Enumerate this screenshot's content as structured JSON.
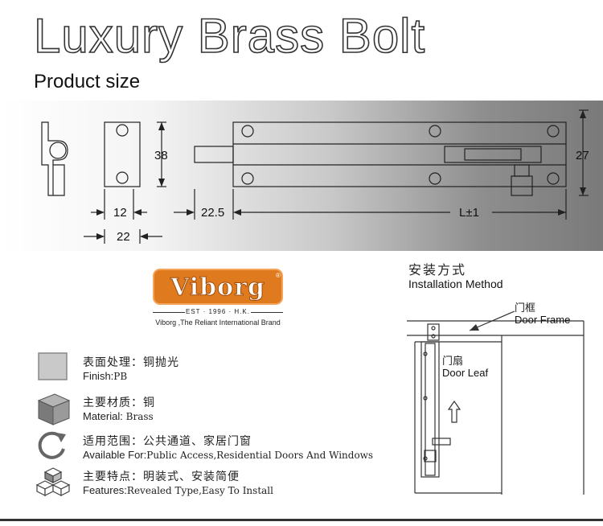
{
  "header": {
    "title": "Luxury Brass Bolt",
    "subtitle": "Product size"
  },
  "dimensions": {
    "height_label": "38",
    "right_height_label": "27",
    "width_small": "12",
    "width_large": "22",
    "offset": "22.5",
    "length": "L±1"
  },
  "logo": {
    "brand": "Viborg",
    "registered": "®",
    "established": "EST · 1996 · H.K.",
    "tagline": "Viborg ,The Reliant International Brand"
  },
  "features": [
    {
      "icon": "finish-swatch-icon",
      "cn": "表面处理：铜抛光",
      "label": "Finish:",
      "value": "PB"
    },
    {
      "icon": "material-cube-icon",
      "cn": "主要材质：铜",
      "label": "Material:",
      "value": " Brass"
    },
    {
      "icon": "circular-arrow-icon",
      "cn": "适用范围：公共通道、家居门窗",
      "label": "Available For:",
      "value": "Public Access,Residential Doors And Windows"
    },
    {
      "icon": "stacked-cubes-icon",
      "cn": "主要特点：明装式、安装简便",
      "label": "Features:",
      "value": "Revealed Type,Easy To Install"
    }
  ],
  "installation": {
    "title_cn": "安装方式",
    "title_en": "Installation  Method",
    "door_frame_cn": "门框",
    "door_frame_en": "Door Frame",
    "door_leaf_cn": "门扇",
    "door_leaf_en": "Door Leaf"
  },
  "colors": {
    "logo_orange": "#e07a1f",
    "finish_swatch": "#c9c9c9",
    "material_cube": "#8a8a8a"
  }
}
